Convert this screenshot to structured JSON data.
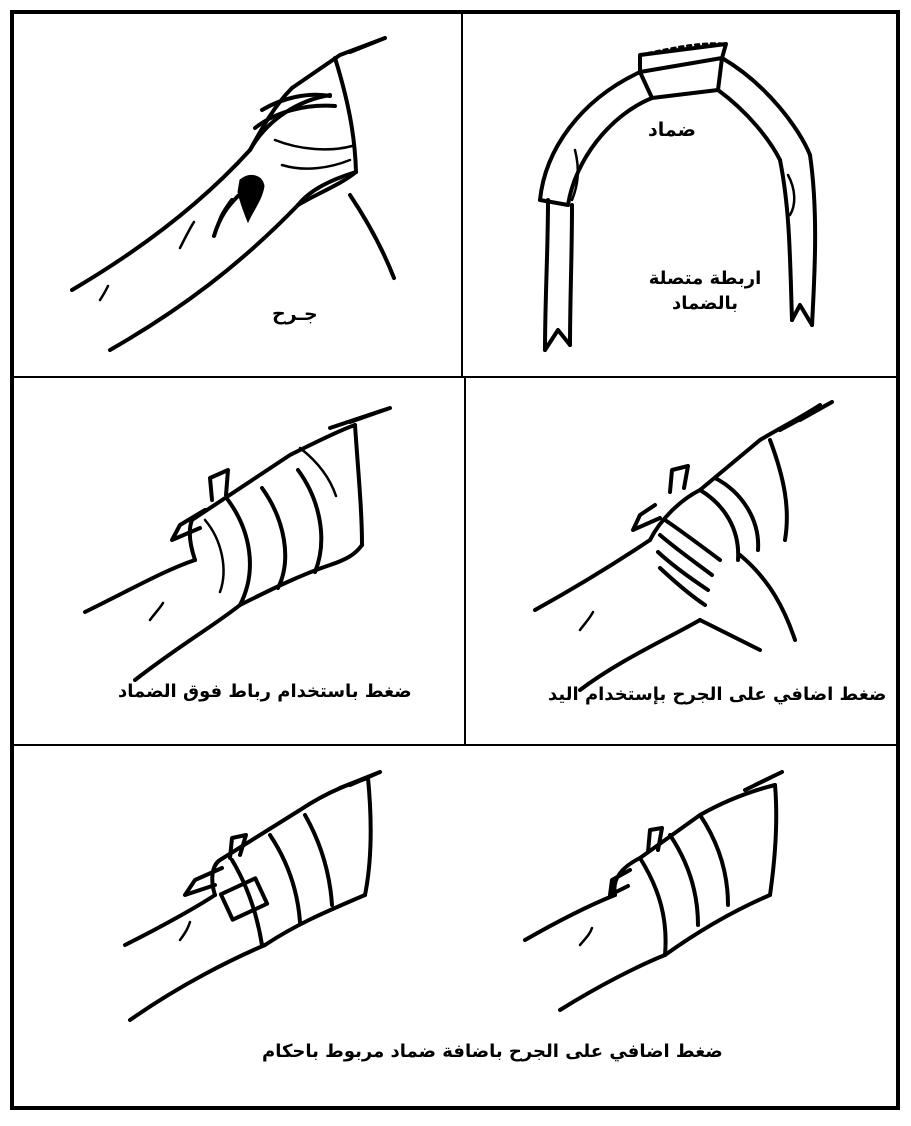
{
  "panels": {
    "wound": {
      "label": "جـرح"
    },
    "dressing": {
      "label": "ضماد",
      "ties_label_line1": "اربطة متصلة",
      "ties_label_line2": "بالضماد"
    },
    "bandage_over_dressing": {
      "label": "ضغط باستخدام رباط فوق الضماد"
    },
    "hand_pressure": {
      "label": "ضغط اضافي على الجرح بإستخدام اليد"
    },
    "added_dressing": {
      "label": "ضغط اضافي على الجرح باضافة ضماد مربوط باحكام"
    }
  }
}
